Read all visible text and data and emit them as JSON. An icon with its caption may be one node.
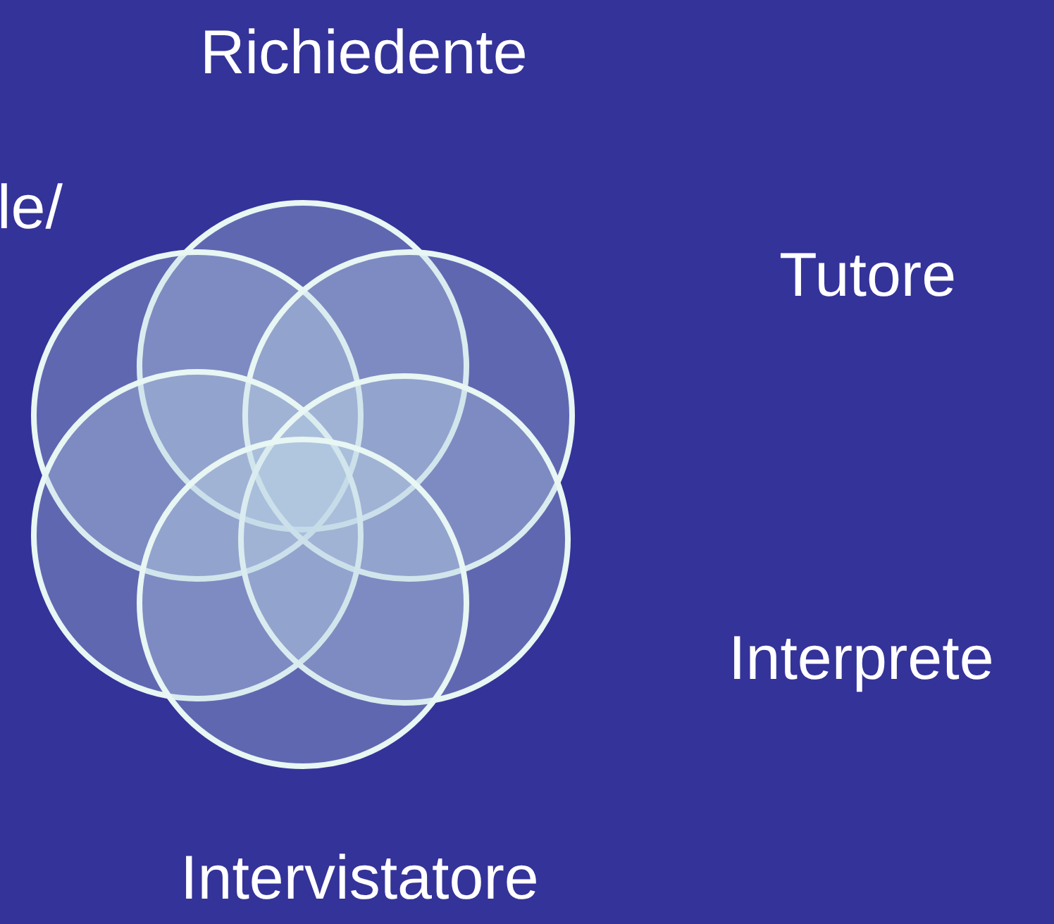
{
  "diagram": {
    "nodes": [
      {
        "text": [],
        "shape": "circle"
      },
      {
        "text": [],
        "shape": "circle"
      },
      {
        "text": [],
        "shape": "circle"
      },
      {
        "text": [],
        "shape": "circle"
      },
      {
        "text": [],
        "shape": "circle"
      },
      {
        "text": [],
        "shape": "circle"
      }
    ],
    "labels": [
      "Richiedente",
      "le/",
      "Tutore",
      "Interprete",
      "Intervistatore"
    ]
  }
}
